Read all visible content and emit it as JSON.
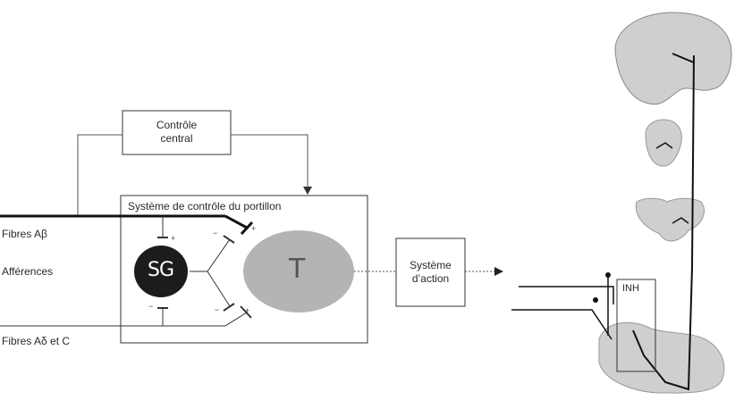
{
  "diagram": {
    "central_control": {
      "line1": "Contrôle",
      "line2": "central"
    },
    "gate_system_title": "Système de contrôle du portillon",
    "labels": {
      "fibres_ab": "Fibres Aβ",
      "afferents": "Afférences",
      "fibres_ad_c": "Fibres Aδ et C"
    },
    "nodes": {
      "sg": "SG",
      "t": "T"
    },
    "action_system": {
      "line1": "Système",
      "line2": "d’action"
    },
    "inh_label": "INH",
    "signs": {
      "sg_top": "+",
      "sg_bottom": "−",
      "upper_left": "−",
      "upper_right": "+",
      "lower_left": "−",
      "lower_right": "+"
    }
  },
  "colors": {
    "sg_fill": "#1c1c1c",
    "t_fill": "#b4b4b4",
    "brain_fill": "#cfcfcf",
    "line": "#222222"
  }
}
